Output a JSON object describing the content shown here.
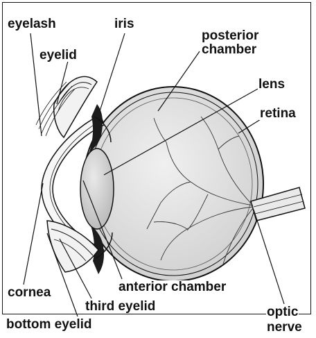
{
  "labels": {
    "eyelash": "eyelash",
    "iris": "iris",
    "eyelid": "eyelid",
    "posterior_chamber_1": "posterior",
    "posterior_chamber_2": "chamber",
    "lens": "lens",
    "retina": "retina",
    "cornea": "cornea",
    "anterior_chamber": "anterior chamber",
    "third_eyelid": "third eyelid",
    "bottom_eyelid": "bottom eyelid",
    "optic_nerve_1": "optic",
    "optic_nerve_2": "nerve"
  },
  "colors": {
    "outline": "#111111",
    "eyeball_fill": "#e4e4e4",
    "lens_fill": "#cfcfcf",
    "iris_fill": "#1c1c1c",
    "cornea_fill": "#f7f7f7",
    "eyelid_fill": "#f2f2f2"
  }
}
